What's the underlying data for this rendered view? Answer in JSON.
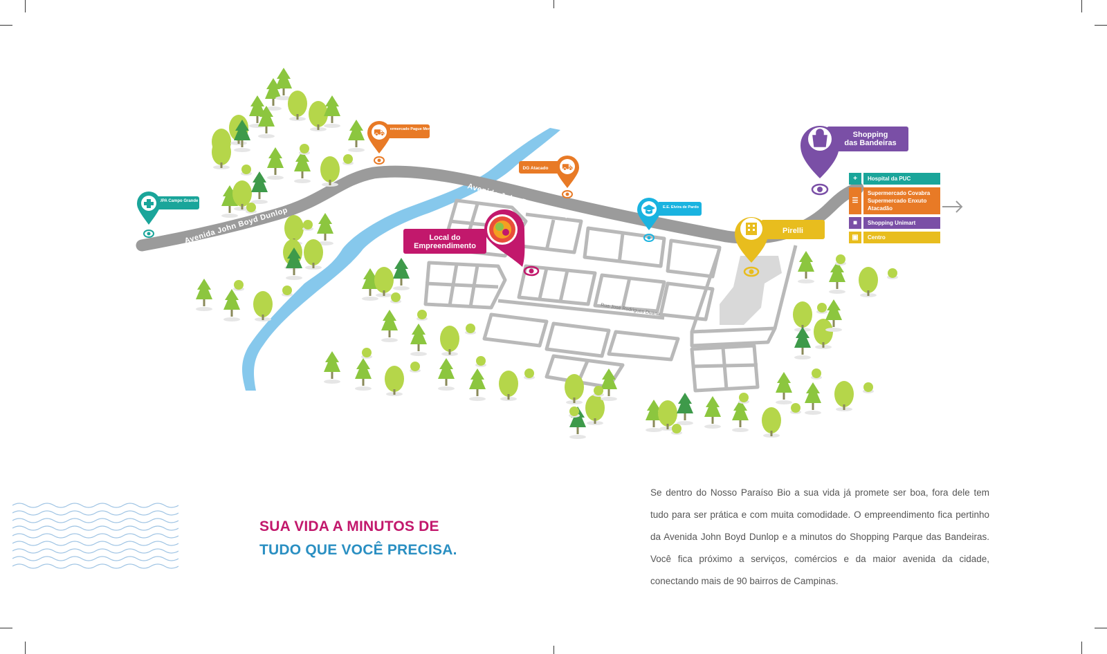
{
  "map": {
    "roads": {
      "main_road_left": "Avenida John Boyd Dunlop",
      "main_road_right": "Avenida John Boyd Dunlop",
      "side_street": "Rua José Rodrigues Duarte"
    },
    "pins": {
      "upa": {
        "label": "UPA Campo Grande",
        "color": "#1aa59a",
        "icon": "medical-cross-icon"
      },
      "supermercado_pague_menos": {
        "label": "Supermercado Pague Menos",
        "color": "#e87a26",
        "icon": "shopping-cart-icon"
      },
      "dg_atacado": {
        "label": "DG Atacado",
        "color": "#e87a26",
        "icon": "shopping-cart-icon"
      },
      "local_empreendimento": {
        "label_line1": "Local do",
        "label_line2": "Empreendimento",
        "color": "#c2186c",
        "icon": "development-logo-icon"
      },
      "escola": {
        "label": "E.E. Elvira de Pardo",
        "color": "#1ab3e0",
        "icon": "graduation-cap-icon"
      },
      "pirelli": {
        "label": "Pirelli",
        "color": "#e8bd1e",
        "icon": "building-icon"
      },
      "shopping": {
        "label_line1": "Shopping",
        "label_line2": "das Bandeiras",
        "color": "#7a4fa6",
        "icon": "shopping-bag-icon"
      }
    },
    "legend": [
      {
        "text": "Hospital da PUC",
        "color": "#1aa59a",
        "icon": "medical-cross-icon",
        "glyph": "+"
      },
      {
        "text": "Supermercado Covabra Supermercado Enxuto Atacadão",
        "color": "#e87a26",
        "icon": "shopping-cart-icon",
        "glyph": "☰"
      },
      {
        "text": "Shopping Unimart",
        "color": "#7a4fa6",
        "icon": "shopping-bag-icon",
        "glyph": "■"
      },
      {
        "text": "Centro",
        "color": "#e8bd1e",
        "icon": "building-icon",
        "glyph": "▣"
      }
    ],
    "arrow_icon": "arrow-right-icon"
  },
  "headline": {
    "line1": "SUA VIDA A MINUTOS DE",
    "line2": "TUDO QUE VOCÊ PRECISA."
  },
  "body": "Se dentro do Nosso Paraíso Bio a sua vida já promete ser boa, fora dele tem tudo para ser prática e com muita comodidade. O empreendimento fica pertinho da Avenida John Boyd Dunlop e a minutos do Shopping Parque das Bandeiras. Você fica próximo a serviços, comércios e da maior avenida da cidade, conectando mais de 90 bairros de Campinas."
}
